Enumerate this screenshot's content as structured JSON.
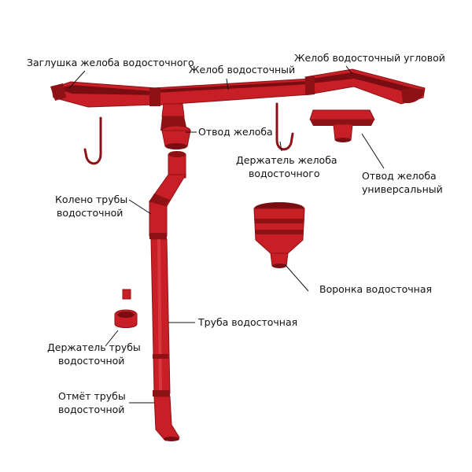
{
  "colors": {
    "metal": "#c81e25",
    "metal_dark": "#8e1116",
    "metal_light": "#e24a4f",
    "inner": "#7a0d12",
    "leader": "#111111",
    "text": "#111111"
  },
  "labels": {
    "end_cap": "Заглушка желоба водосточного",
    "gutter": "Желоб водосточный",
    "gutter_corner": "Желоб водосточный угловой",
    "outlet": "Отвод желоба",
    "gutter_bracket_1": "Держатель желоба",
    "gutter_bracket_2": "водосточного",
    "universal_outlet_1": "Отвод желоба",
    "universal_outlet_2": "универсальный",
    "elbow_1": "Колено трубы",
    "elbow_2": "водосточной",
    "funnel": "Воронка водосточная",
    "pipe": "Труба водосточная",
    "pipe_bracket_1": "Держатель трубы",
    "pipe_bracket_2": "водосточной",
    "pipe_outlet_1": "Отмёт трубы",
    "pipe_outlet_2": "водосточной"
  }
}
